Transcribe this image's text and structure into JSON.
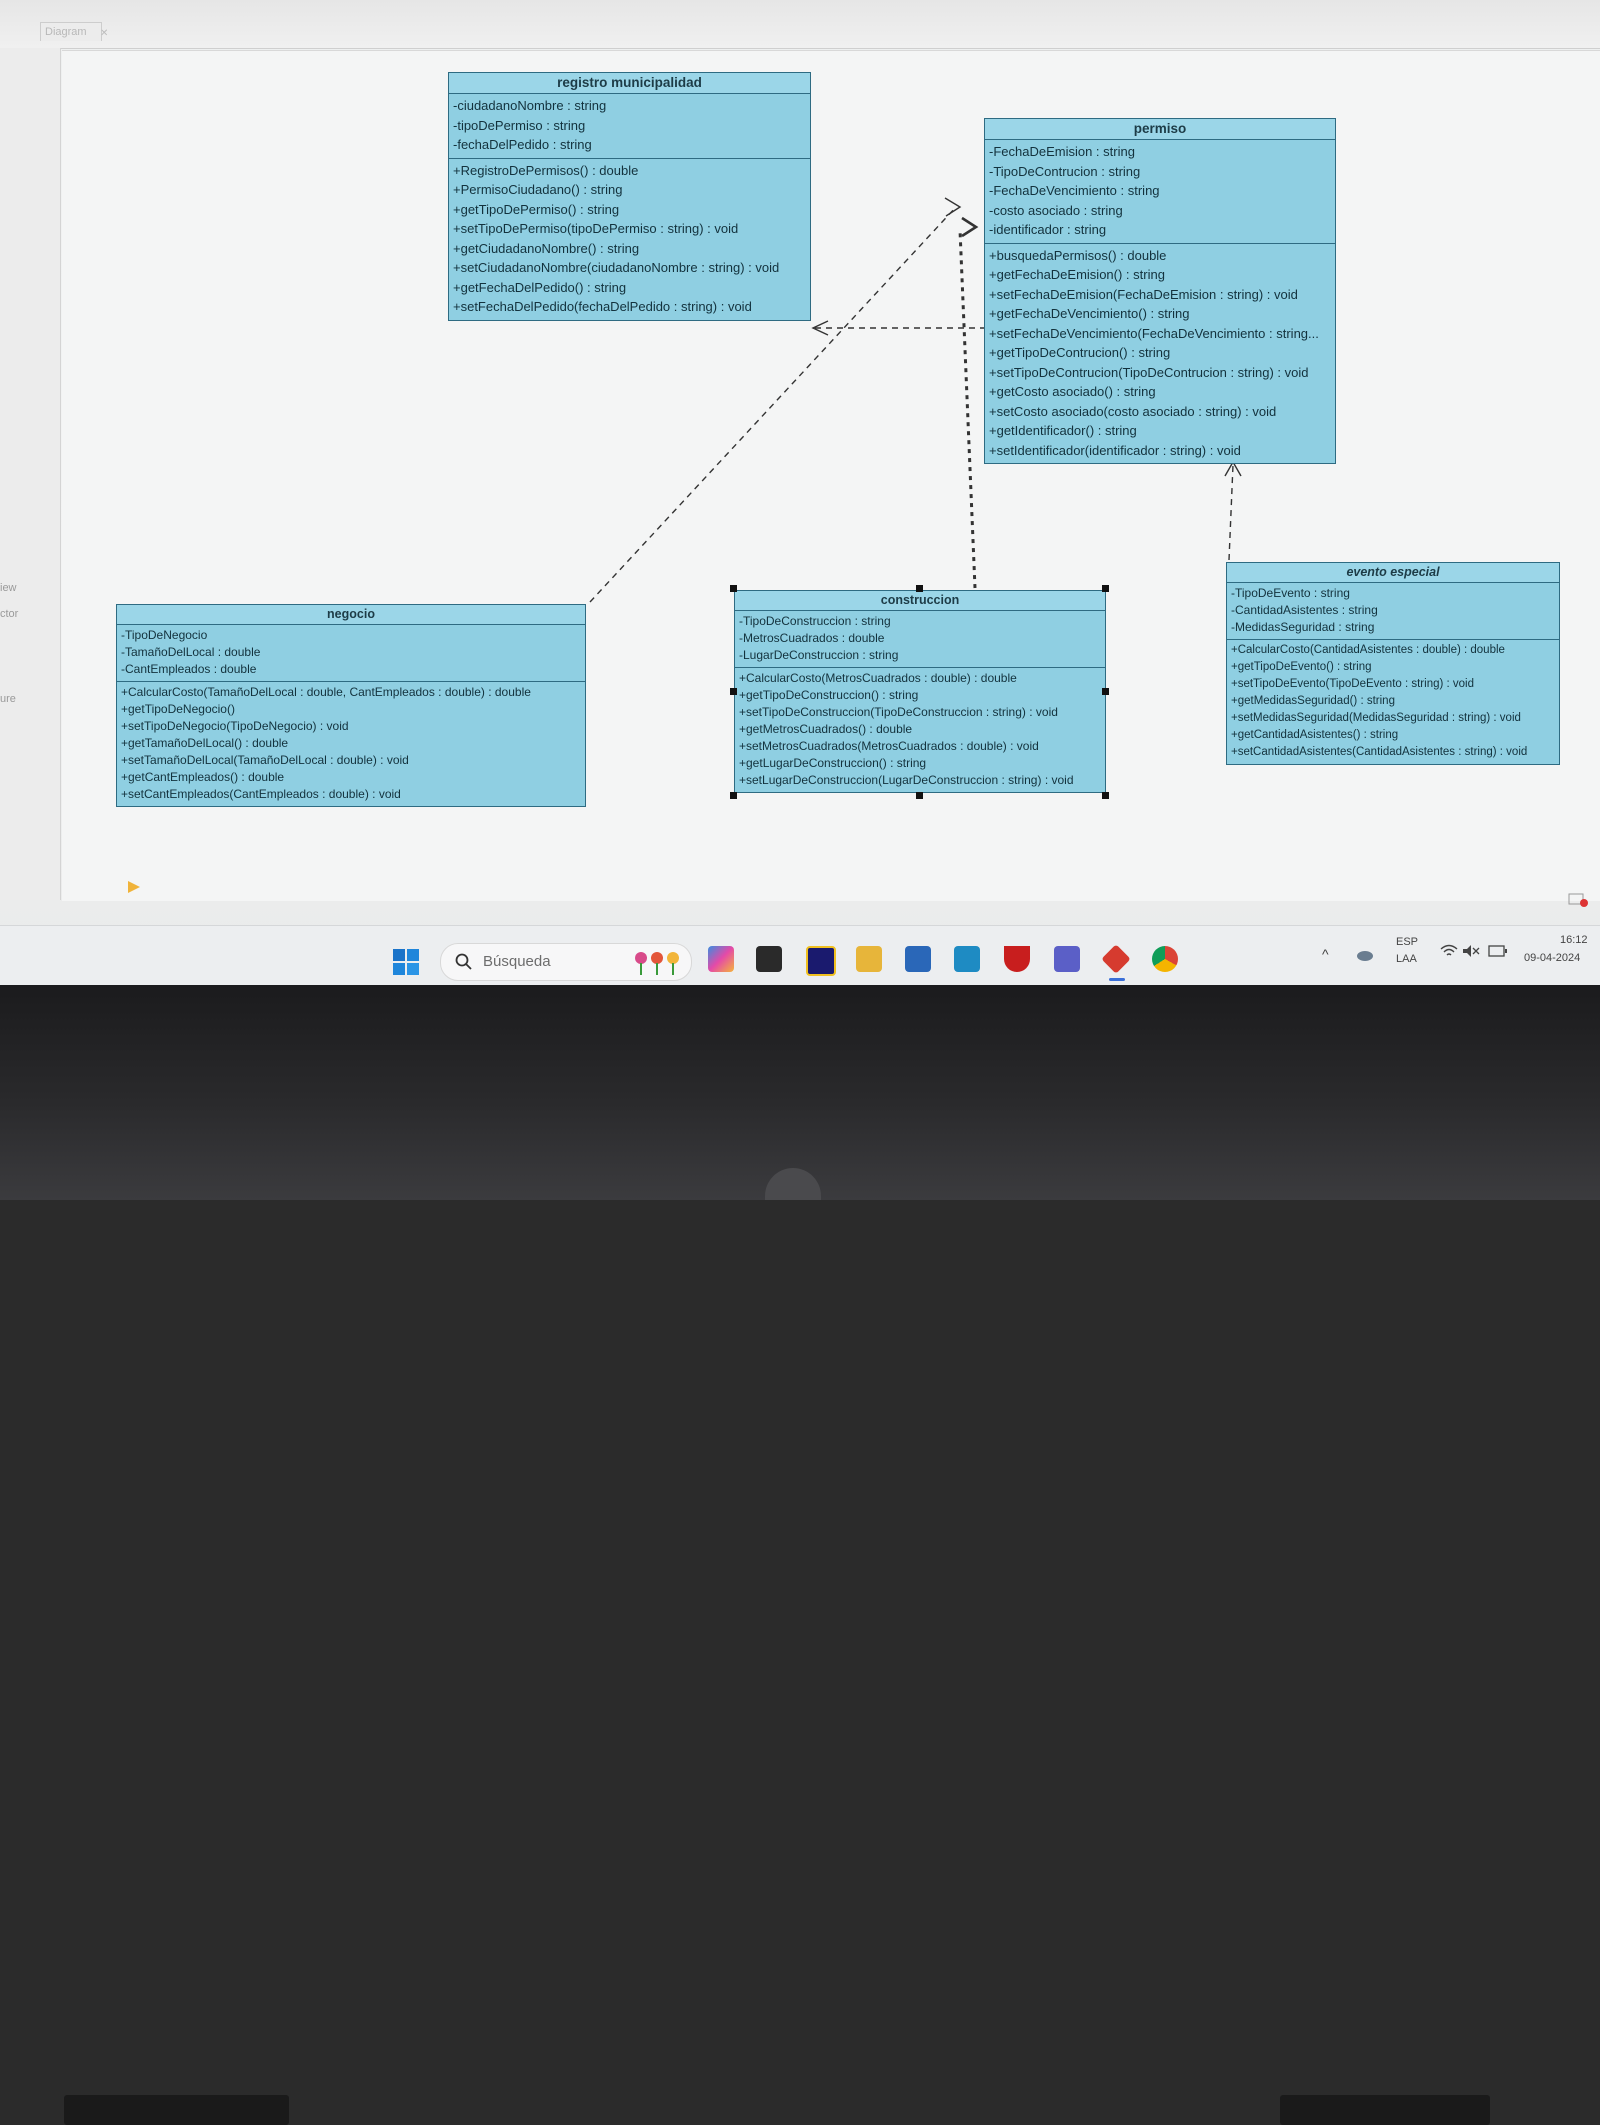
{
  "window": {
    "tab_label": "Diagram",
    "left_labels": [
      "iew",
      "ctor",
      "ure"
    ]
  },
  "classes": [
    {
      "id": "registro",
      "name": "registro municipalidad",
      "attributes": [
        "-ciudadanoNombre : string",
        "-tipoDePermiso : string",
        "-fechaDelPedido : string"
      ],
      "methods": [
        "+RegistroDePermisos() : double",
        "+PermisoCiudadano() : string",
        "+getTipoDePermiso() : string",
        "+setTipoDePermiso(tipoDePermiso : string) : void",
        "+getCiudadanoNombre() : string",
        "+setCiudadanoNombre(ciudadanoNombre : string) : void",
        "+getFechaDelPedido() : string",
        "+setFechaDelPedido(fechaDelPedido : string) : void"
      ]
    },
    {
      "id": "permiso",
      "name": "permiso",
      "attributes": [
        "-FechaDeEmision : string",
        "-TipoDeContrucion : string",
        "-FechaDeVencimiento : string",
        "-costo asociado : string",
        "-identificador : string"
      ],
      "methods": [
        "+busquedaPermisos() : double",
        "+getFechaDeEmision() : string",
        "+setFechaDeEmision(FechaDeEmision : string) : void",
        "+getFechaDeVencimiento() : string",
        "+setFechaDeVencimiento(FechaDeVencimiento : string...",
        "+getTipoDeContrucion() : string",
        "+setTipoDeContrucion(TipoDeContrucion : string) : void",
        "+getCosto asociado() : string",
        "+setCosto asociado(costo asociado : string) : void",
        "+getIdentificador() : string",
        "+setIdentificador(identificador : string) : void"
      ]
    },
    {
      "id": "negocio",
      "name": "negocio",
      "attributes": [
        "-TipoDeNegocio",
        "-TamañoDelLocal : double",
        "-CantEmpleados : double"
      ],
      "methods": [
        "+CalcularCosto(TamañoDelLocal : double, CantEmpleados : double) : double",
        "+getTipoDeNegocio()",
        "+setTipoDeNegocio(TipoDeNegocio) : void",
        "+getTamañoDelLocal() : double",
        "+setTamañoDelLocal(TamañoDelLocal : double) : void",
        "+getCantEmpleados() : double",
        "+setCantEmpleados(CantEmpleados : double) : void"
      ]
    },
    {
      "id": "construccion",
      "name": "construccion",
      "attributes": [
        "-TipoDeConstruccion : string",
        "-MetrosCuadrados : double",
        "-LugarDeConstruccion : string"
      ],
      "methods": [
        "+CalcularCosto(MetrosCuadrados : double) : double",
        "+getTipoDeConstruccion() : string",
        "+setTipoDeConstruccion(TipoDeConstruccion : string) : void",
        "+getMetrosCuadrados() : double",
        "+setMetrosCuadrados(MetrosCuadrados : double) : void",
        "+getLugarDeConstruccion() : string",
        "+setLugarDeConstruccion(LugarDeConstruccion : string) : void"
      ]
    },
    {
      "id": "evento",
      "name": "evento especial",
      "attributes": [
        "-TipoDeEvento : string",
        "-CantidadAsistentes : string",
        "-MedidasSeguridad : string"
      ],
      "methods": [
        "+CalcularCosto(CantidadAsistentes : double) : double",
        "+getTipoDeEvento() : string",
        "+setTipoDeEvento(TipoDeEvento : string) : void",
        "+getMedidasSeguridad() : string",
        "+setMedidasSeguridad(MedidasSeguridad : string) : void",
        "+getCantidadAsistentes() : string",
        "+setCantidadAsistentes(CantidadAsistentes : string) : void"
      ]
    }
  ],
  "taskbar": {
    "search_placeholder": "Búsqueda",
    "language_top": "ESP",
    "language_bottom": "LAA",
    "time": "16:12",
    "date": "09-04-2024",
    "apps": [
      {
        "name": "copilot",
        "color": "#3a8de0"
      },
      {
        "name": "file-explorer-dark",
        "color": "#2a2a2a"
      },
      {
        "name": "intellij",
        "color": "#1a1a6e"
      },
      {
        "name": "folder",
        "color": "#e7b53a"
      },
      {
        "name": "store",
        "color": "#2a67b8"
      },
      {
        "name": "lucid",
        "color": "#1e8bc3"
      },
      {
        "name": "mcafee",
        "color": "#c81e1e"
      },
      {
        "name": "teams",
        "color": "#5b5fc7"
      },
      {
        "name": "diagram-app",
        "color": "#d63b2f"
      },
      {
        "name": "chrome",
        "color": "#db4437"
      }
    ]
  }
}
